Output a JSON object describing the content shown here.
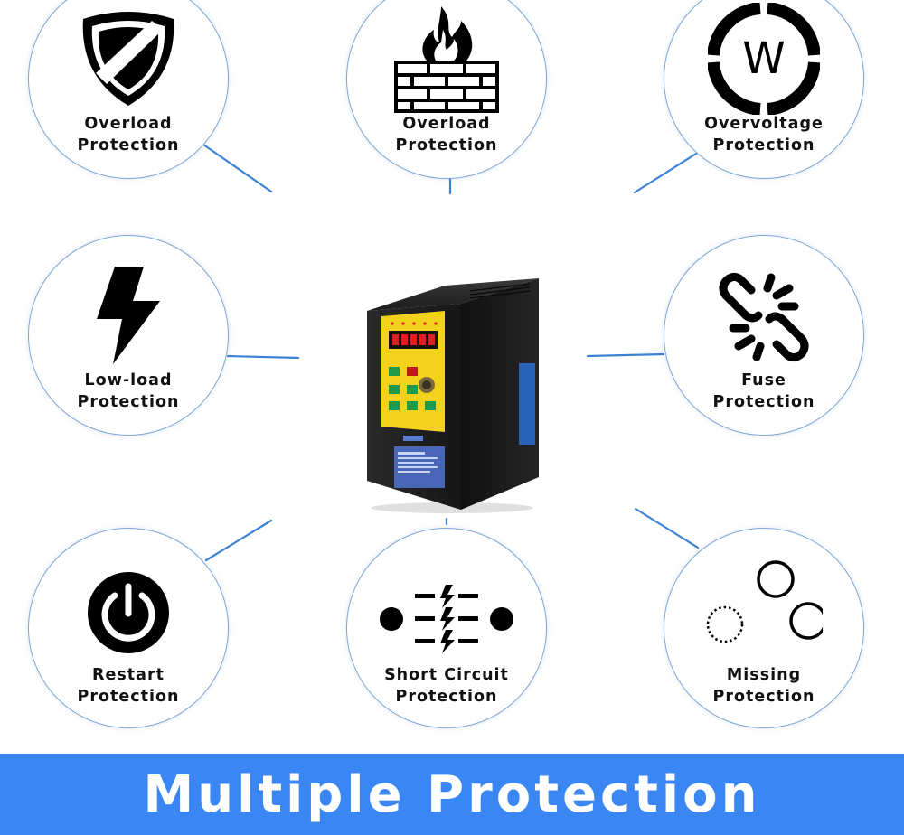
{
  "banner": {
    "title": "Multiple Protection"
  },
  "features": [
    {
      "id": "overload-shield",
      "line1": "Overload",
      "line2": "Protection",
      "icon": "shield-icon"
    },
    {
      "id": "overload-fire",
      "line1": "Overload",
      "line2": "Protection",
      "icon": "firewall-icon"
    },
    {
      "id": "overvoltage",
      "line1": "Overvoltage",
      "line2": "Protection",
      "icon": "watt-icon",
      "icon_letter": "W"
    },
    {
      "id": "low-load",
      "line1": "Low-load",
      "line2": "Protection",
      "icon": "lightning-icon"
    },
    {
      "id": "fuse",
      "line1": "Fuse",
      "line2": "Protection",
      "icon": "broken-link-icon"
    },
    {
      "id": "restart",
      "line1": "Restart",
      "line2": "Protection",
      "icon": "power-icon"
    },
    {
      "id": "short-circuit",
      "line1": "Short Circuit",
      "line2": "Protection",
      "icon": "short-circuit-icon"
    },
    {
      "id": "missing",
      "line1": "Missing",
      "line2": "Protection",
      "icon": "missing-phase-icon"
    }
  ],
  "device": {
    "display": "8.8.8.8.8",
    "icon": "inverter-device-image"
  },
  "colors": {
    "accent": "#3a86f2",
    "circle_border": "#7fa7d6",
    "connector": "#3b82d6",
    "icon": "#000000",
    "label": "#111111"
  }
}
